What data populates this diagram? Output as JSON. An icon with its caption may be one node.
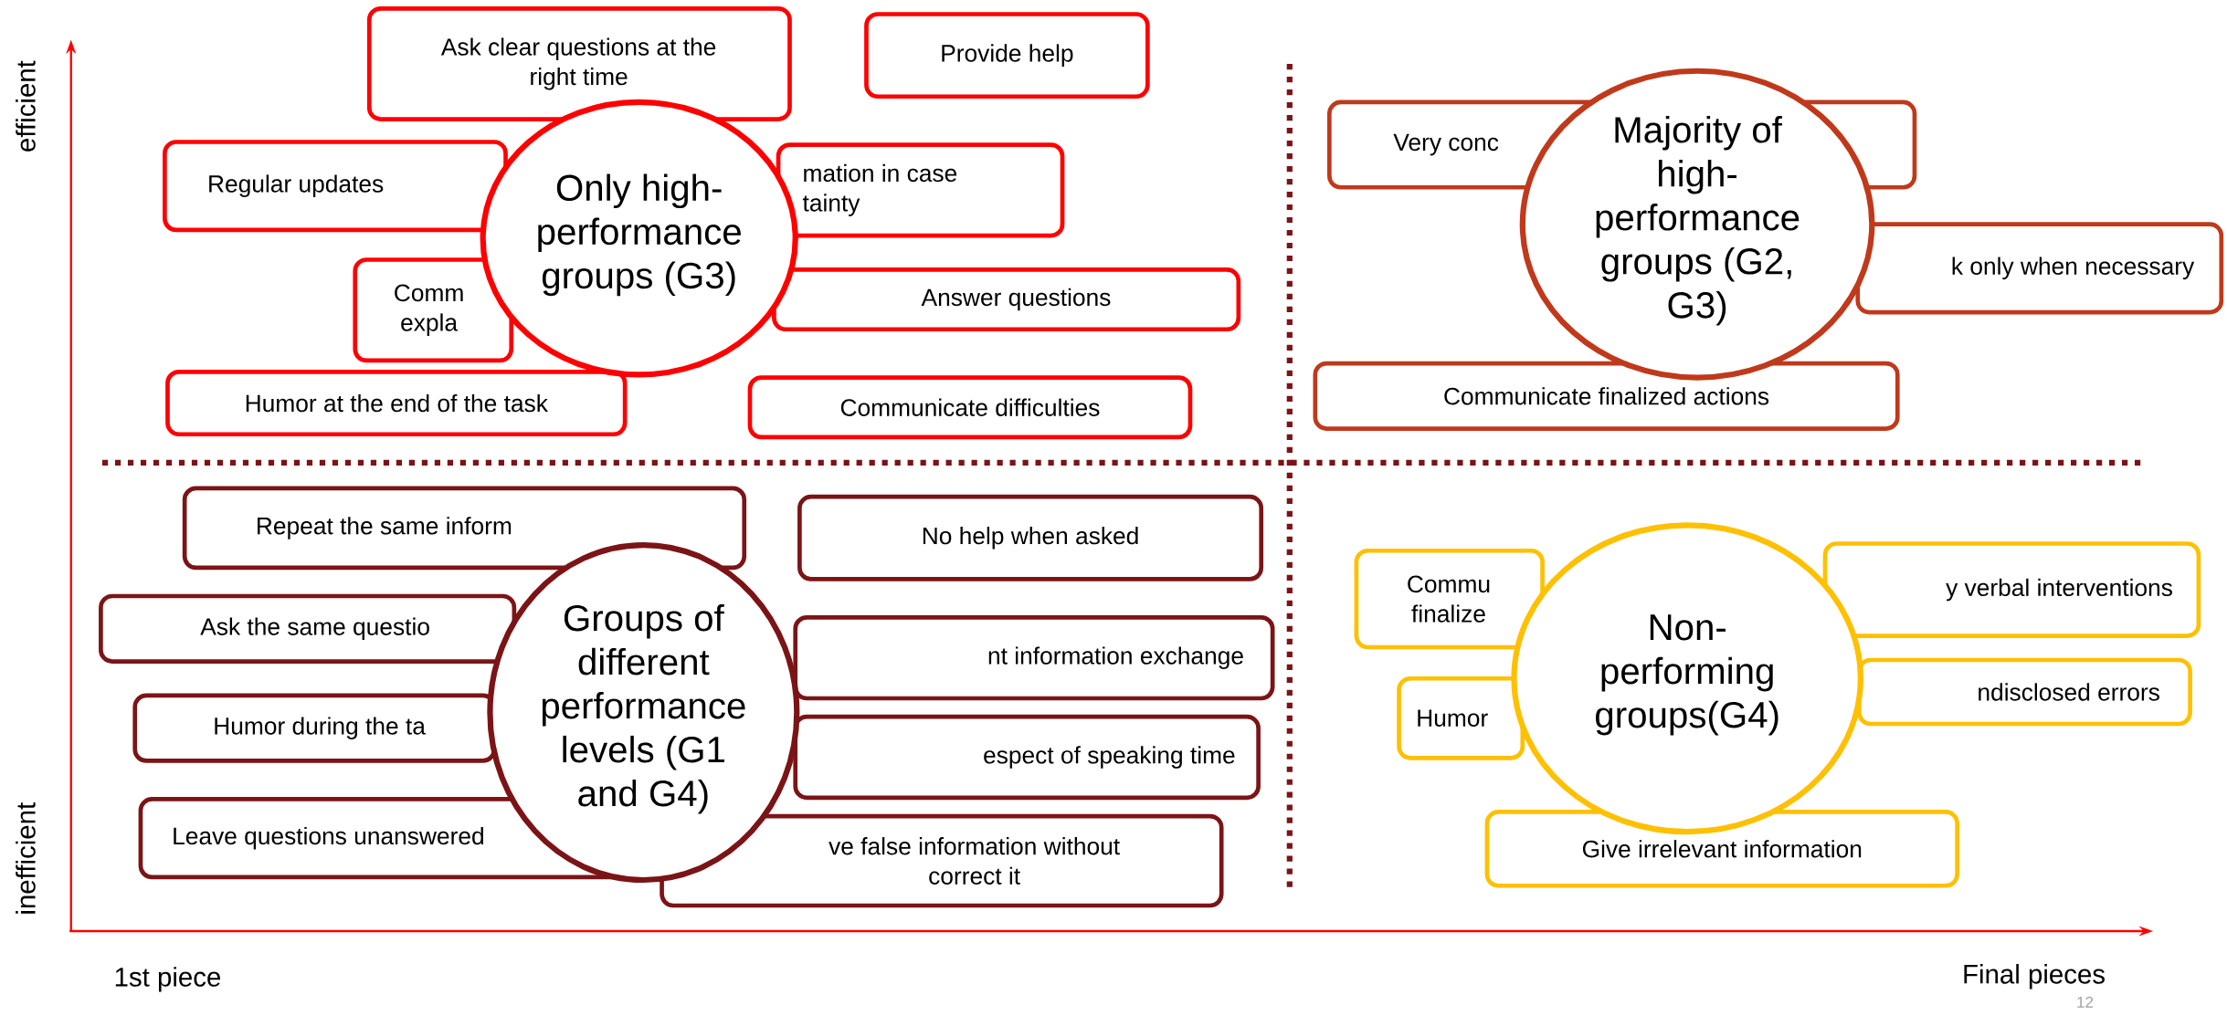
{
  "diagram": {
    "nodes": [
      {
        "text": [
          "Ask clear questions at the right time"
        ]
      },
      {
        "text": [
          "Provide help"
        ]
      },
      {
        "text": [
          "Regular updates"
        ]
      },
      {
        "text": [
          "mation in case tainty"
        ]
      },
      {
        "text": [
          "Comm expla"
        ]
      },
      {
        "text": [
          "Answer questions"
        ]
      },
      {
        "text": [
          "Humor at the end of the task"
        ]
      },
      {
        "text": [
          "Communicate difficulties"
        ]
      },
      {
        "text": [
          "Only high-performance groups (G3)"
        ]
      },
      {
        "text": [
          "Very conc"
        ]
      },
      {
        "text": [
          "k only when necessary"
        ]
      },
      {
        "text": [
          "Communicate finalized actions"
        ]
      },
      {
        "text": [
          "Majority of high-performance groups (G2, G3)"
        ]
      },
      {
        "text": [
          "Repeat the same inform"
        ]
      },
      {
        "text": [
          "No help when asked"
        ]
      },
      {
        "text": [
          "Ask the same questio"
        ]
      },
      {
        "text": [
          "nt information exchange"
        ]
      },
      {
        "text": [
          "Humor during the ta"
        ]
      },
      {
        "text": [
          "espect of speaking time"
        ]
      },
      {
        "text": [
          "Leave questions unanswered"
        ]
      },
      {
        "text": [
          "ve false information without correct it"
        ]
      },
      {
        "text": [
          "Groups of different performance levels (G1 and G4)"
        ]
      },
      {
        "text": [
          "Commu finalize"
        ]
      },
      {
        "text": [
          "y verbal interventions"
        ]
      },
      {
        "text": [
          "Humor"
        ]
      },
      {
        "text": [
          "ndisclosed errors"
        ]
      },
      {
        "text": [
          "Give irrelevant information"
        ]
      },
      {
        "text": [
          "Non-performing groups(G4)"
        ]
      }
    ],
    "labels": [
      "efficient",
      "inefficient",
      "1st piece",
      "Final pieces",
      "12"
    ]
  }
}
